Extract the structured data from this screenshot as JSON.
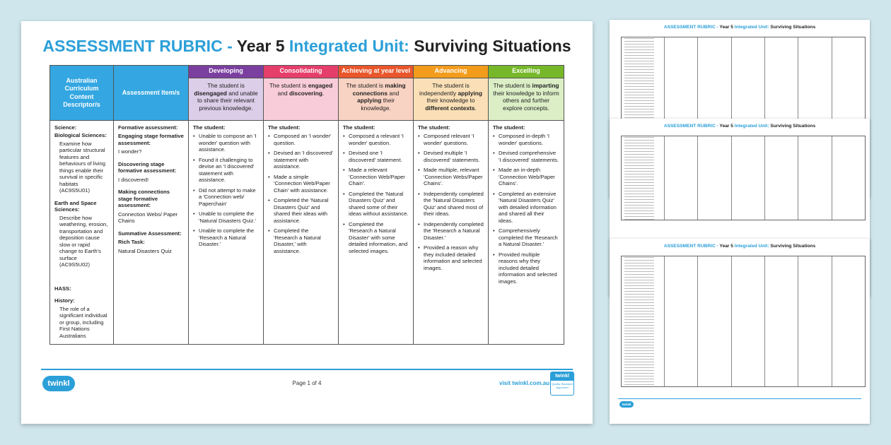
{
  "title": {
    "part1": "ASSESSMENT RUBRIC - ",
    "part2": "Year 5 ",
    "part3": "Integrated Unit: ",
    "part4": "Surviving Situations"
  },
  "headers": {
    "curriculum": "Australian Curriculum Content Descriptor/s",
    "assessment": "Assessment Item/s",
    "levels": [
      {
        "name": "Developing",
        "desc_pre": "The student is ",
        "desc_bold": "disengaged",
        "desc_post": " and unable to share their relevant previous knowledge."
      },
      {
        "name": "Consolidating",
        "desc_pre": "The student is ",
        "desc_bold": "engaged",
        "desc_mid": " and ",
        "desc_bold2": "discovering",
        "desc_post": "."
      },
      {
        "name": "Achieving at year level",
        "desc_pre": "The student is ",
        "desc_bold": "making connections",
        "desc_mid": " and ",
        "desc_bold2": "applying",
        "desc_post": " their knowledge."
      },
      {
        "name": "Advancing",
        "desc_pre": "The student is independently ",
        "desc_bold": "applying",
        "desc_mid": " their knowledge to ",
        "desc_bold2": "different contexts",
        "desc_post": "."
      },
      {
        "name": "Excelling",
        "desc_pre": "The student is ",
        "desc_bold": "imparting",
        "desc_post": " their knowledge to inform others and further explore concepts."
      }
    ]
  },
  "curriculum": {
    "science": "Science:",
    "bio_heading": "Biological Sciences:",
    "bio_text": "Examine how particular structural features and behaviours of living things enable their survival in specific habitats (AC9S5U01)",
    "earth_heading": "Earth and Space Sciences:",
    "earth_text": "Describe how weathering, erosion, transportation and deposition cause slow or rapid change to Earth's surface (AC9S5U02)",
    "hass": "HASS:",
    "history_heading": "History:",
    "history_text": "The role of a significant individual or group, including First Nations Australians"
  },
  "assessment": {
    "formative": "Formative assessment:",
    "engaging_heading": "Engaging stage formative assessment:",
    "engaging_text": "I wonder?",
    "discovering_heading": "Discovering stage formative assessment:",
    "discovering_text": "I discovered!",
    "connections_heading": "Making connections stage formative assessment:",
    "connections_text": "Connection Webs/ Paper Chains",
    "summative": "Summative Assessment:",
    "rich_task": "Rich Task:",
    "rich_text": "Natural Disasters Quiz"
  },
  "lead": "The student:",
  "developing": [
    "Unable to compose an 'I wonder' question with assistance.",
    "Found it challenging to devise an 'I discovered' statement with assistance.",
    "Did not attempt to make a 'Connection web/ Paperchain'",
    "Unable to complete the 'Natural Disasters Quiz.'",
    "Unable to complete the 'Research a Natural Disaster.'"
  ],
  "consolidating": [
    "Composed an 'I wonder' question.",
    "Devised an 'I discovered' statement with assistance.",
    "Made a simple 'Connection Web/Paper Chain' with assistance.",
    "Completed the 'Natural Disasters Quiz' and shared their ideas with assistance.",
    "Completed the 'Research a Natural Disaster,' with assistance."
  ],
  "achieving": [
    "Composed a relevant 'I wonder' question.",
    "Devised one 'I discovered' statement.",
    "Made a relevant 'Connection Web/Paper Chain'.",
    "Completed the 'Natural Disasters Quiz' and shared some of their ideas without assistance.",
    "Completed the 'Research a Natural Disaster' with some detailed information, and selected images."
  ],
  "advancing": [
    "Composed relevant 'I wonder' questions.",
    "Devised multiple 'I discovered' statements.",
    "Made multiple, relevant 'Connection Webs/Paper Chains'.",
    "Independently completed the 'Natural Disasters Quiz' and shared most of their ideas.",
    "Independently completed the 'Research a Natural Disaster.'",
    "Provided a reason why they included detailed information and selected images."
  ],
  "excelling": [
    "Composed in-depth 'I wonder' questions.",
    "Devised comprehensive 'I discovered' statements.",
    "Made an in-depth 'Connection Web/Paper Chains'.",
    "Completed an extensive 'Natural Disasters Quiz' with detailed information and shared all their ideas.",
    "Comprehensively completed the 'Research a Natural Disaster.'",
    "Provided multiple reasons why they included detailed information and selected images."
  ],
  "footer": {
    "logo": "twinkl",
    "page": "Page 1 of 4",
    "visit": "visit twinkl.com.au",
    "badge_top": "twinkl",
    "badge_text": "Quality Standard Approved"
  },
  "thumbnails": {
    "title_part1": "ASSESSMENT RUBRIC - ",
    "title_part2": "Year 5 ",
    "title_part3": "Integrated Unit: ",
    "title_part4": "Surviving Situations"
  },
  "colors": {
    "brand_blue": "#2b9fd8",
    "developing": "#7b3fa0",
    "consolidating": "#e63e6b",
    "achieving": "#e9562b",
    "advancing": "#f39c1c",
    "excelling": "#76b82a"
  }
}
